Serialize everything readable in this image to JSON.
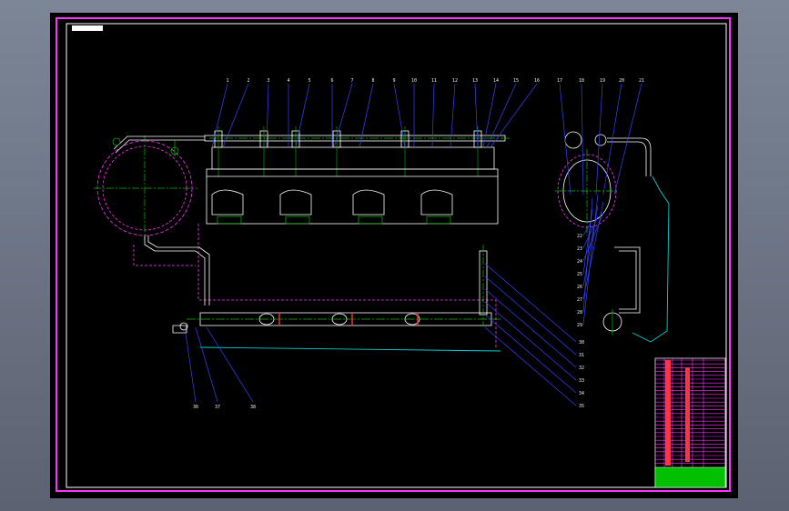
{
  "drawing": {
    "colors": {
      "background": "#000000",
      "outer_frame": "#ff33ff",
      "inner_frame": "#ffffff",
      "part_outline": "#ffffff",
      "centerline": "#00c000",
      "hidden_line": "#ff33ff",
      "leader_line": "#3344ff",
      "ground_line": "#00d0d0",
      "title_block_fill": "#00c000",
      "title_block_bars": "#ff33ff"
    },
    "views": [
      "front-view",
      "side-view"
    ],
    "top_callouts": [
      "1",
      "2",
      "3",
      "4",
      "5",
      "6",
      "7",
      "8",
      "9",
      "10",
      "11",
      "12",
      "13",
      "14",
      "15",
      "16"
    ],
    "side_callouts": [
      "17",
      "18",
      "19",
      "20",
      "21"
    ],
    "side_left_callouts": [
      "22",
      "23",
      "24",
      "25",
      "26",
      "27",
      "28",
      "29"
    ],
    "right_callouts": [
      "30",
      "31",
      "32",
      "33",
      "34",
      "35"
    ],
    "bottom_callouts": [
      "36",
      "37",
      "38"
    ]
  }
}
